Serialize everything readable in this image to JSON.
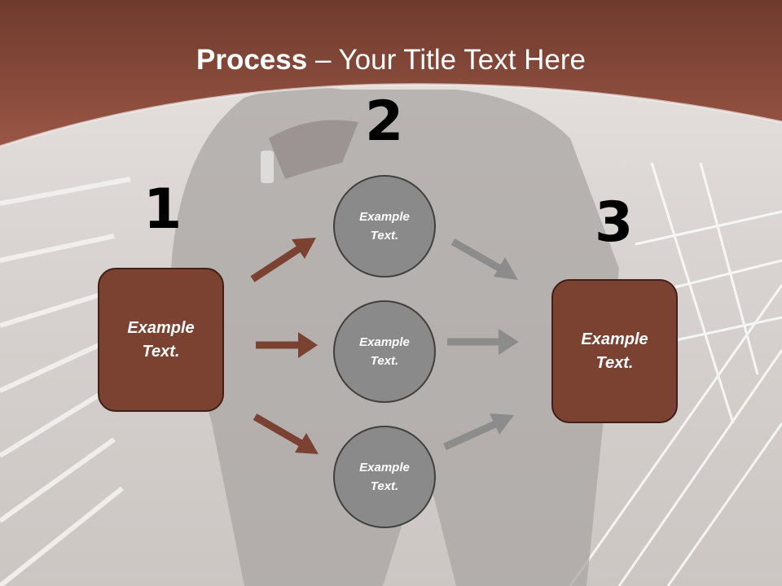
{
  "slide": {
    "title_bold": "Process",
    "title_rest": " – Your Title Text Here",
    "step_numbers": [
      "1",
      "2",
      "3"
    ],
    "box_left": {
      "line1": "Example",
      "line2": "Text."
    },
    "box_right": {
      "line1": "Example",
      "line2": "Text."
    },
    "circles": [
      {
        "line1": "Example",
        "line2": "Text."
      },
      {
        "line1": "Example",
        "line2": "Text."
      },
      {
        "line1": "Example",
        "line2": "Text."
      }
    ]
  },
  "colors": {
    "header_brown": "#8c4a3a",
    "box_fill": "#7b4232",
    "box_border": "#3e2018",
    "circle_fill": "#8a8a8a",
    "circle_border": "#404040",
    "arrow_brown": "#7b4232",
    "arrow_gray": "#8c8c8c"
  }
}
